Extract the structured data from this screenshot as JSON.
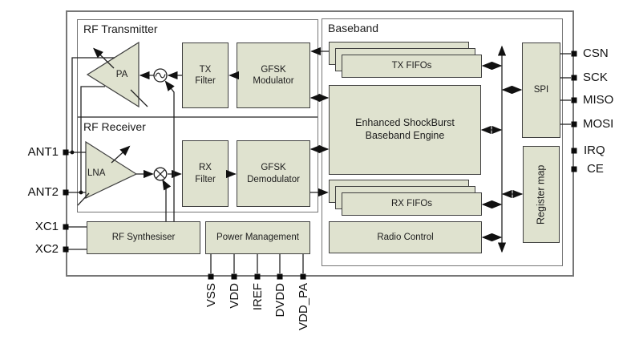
{
  "diagram": {
    "sections": {
      "rf_transmitter": "RF Transmitter",
      "rf_receiver": "RF Receiver",
      "baseband": "Baseband"
    },
    "blocks": {
      "pa": "PA",
      "lna": "LNA",
      "tx_filter": "TX\nFilter",
      "gfsk_modulator": "GFSK\nModulator",
      "rx_filter": "RX\nFilter",
      "gfsk_demodulator": "GFSK\nDemodulator",
      "tx_fifos": "TX FIFOs",
      "esb_engine": "Enhanced ShockBurst\nBaseband Engine",
      "rx_fifos": "RX FIFOs",
      "radio_control": "Radio Control",
      "spi": "SPI",
      "register_map": "Register map",
      "rf_synthesiser": "RF Synthesiser",
      "power_management": "Power Management"
    },
    "icons": {
      "oscillator": "sine-wave",
      "mixer": "multiply-cross"
    },
    "pins": {
      "left": [
        {
          "label": "ANT1"
        },
        {
          "label": "ANT2"
        },
        {
          "label": "XC1"
        },
        {
          "label": "XC2"
        }
      ],
      "right": [
        {
          "label": "CSN"
        },
        {
          "label": "SCK"
        },
        {
          "label": "MISO"
        },
        {
          "label": "MOSI"
        },
        {
          "label": "IRQ"
        },
        {
          "label": "CE"
        }
      ],
      "bottom": [
        {
          "label": "VSS"
        },
        {
          "label": "VDD"
        },
        {
          "label": "IREF"
        },
        {
          "label": "DVDD"
        },
        {
          "label": "VDD_PA"
        }
      ]
    },
    "colors": {
      "block_fill": "#dfe2cf",
      "block_border": "#3f3f3f",
      "section_border": "#757575",
      "line": "#222222",
      "pin_pad": "#0a0a0a"
    }
  }
}
